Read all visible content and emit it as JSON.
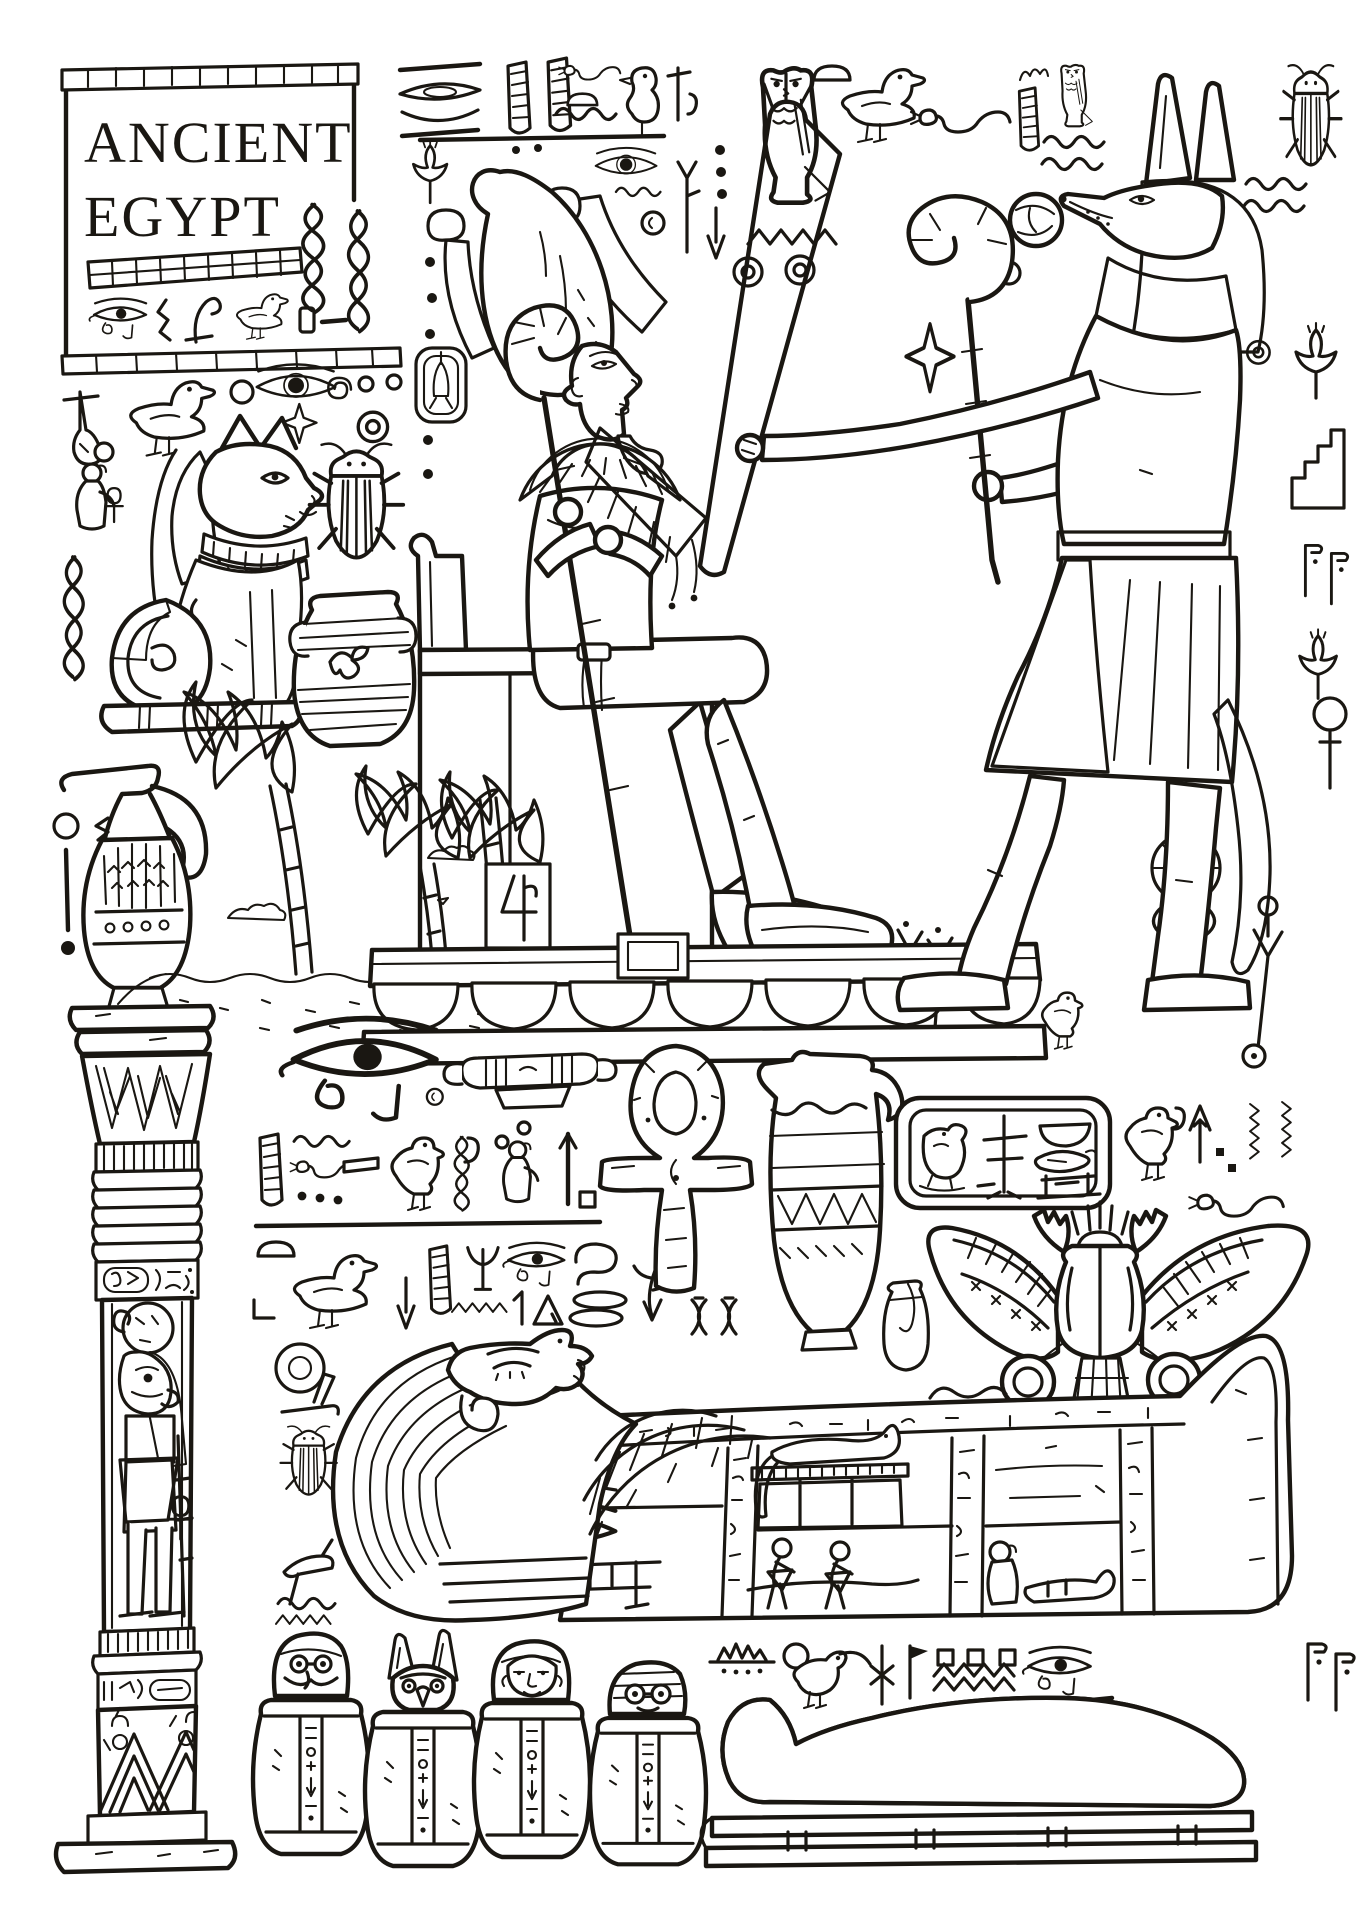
{
  "meta": {
    "kind": "hand-drawn line-art poster",
    "theme": "Ancient Egypt doodle / coloring page"
  },
  "palette": {
    "ink": "#1a1712",
    "paper": "#ffffff"
  },
  "title": {
    "line1": "ANCIENT",
    "line2": "EGYPT"
  },
  "elements": [
    "title-plaque",
    "eye-of-horus-icon",
    "duck-glyph-icon",
    "owl-glyph-icon",
    "chick-glyph-icon",
    "snake-glyph-icon",
    "wave-glyph-icon",
    "feather-glyph-icon",
    "braid-rope-glyph-icon",
    "star-glyph-icon",
    "osiris-on-throne",
    "crook-and-flail",
    "throne-platform",
    "anubis-figure",
    "anubis-staff-fan",
    "bastet-cat",
    "scarab-beetle-icon",
    "amphora-vase",
    "ewer-pitcher",
    "palm-trees",
    "lotus-column",
    "ra-figure-panel",
    "ankh-cross",
    "spouted-jug",
    "cartouche-plaque",
    "winged-scarab",
    "sarcophagus-lid",
    "pharaoh-head",
    "canopic-jar-falcon",
    "canopic-jar-jackal",
    "canopic-jar-human",
    "canopic-jar-baboon",
    "wrapped-mummy",
    "funerary-bier",
    "spider-web-glyph-icon",
    "heart-glyph-icon",
    "ibis-glyph-icon",
    "ankh-glyph-icon",
    "staircase-glyph-icon",
    "lotus-glyph-icon",
    "hieroglyph-rows"
  ]
}
